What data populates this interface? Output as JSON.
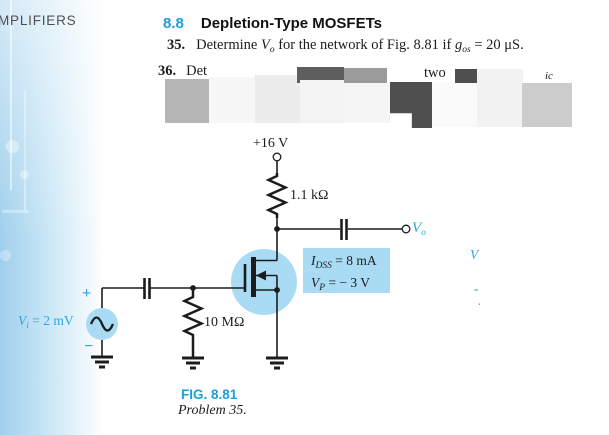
{
  "colors": {
    "accent_blue": "#1b9fda",
    "label_blue": "#2ba7de",
    "fill_blue": "#a9dbf4",
    "ink": "#1c1c1c",
    "running_head_gray": "#4f4f4f"
  },
  "header": {
    "running_head": "MPLIFIERS",
    "section_number": "8.8",
    "section_title": "Depletion-Type MOSFETs"
  },
  "problem35": {
    "number": "35.",
    "t1": "Determine ",
    "sym1": "V",
    "sub1": "o",
    "t2": " for the network of Fig. 8.81 if ",
    "sym2": "g",
    "sub2": "os",
    "t3": " = 20 μS."
  },
  "problem36_fragments": {
    "number": "36.",
    "word1": "Det",
    "word2": "two",
    "word3": "ic"
  },
  "circuit": {
    "supply_label": "+16 V",
    "drain_resistor_label": "1.1 kΩ",
    "gate_resistor_label": "10 MΩ",
    "output": {
      "sym": "V",
      "sub": "o"
    },
    "input": {
      "sym": "V",
      "sub": "i",
      "value": " = 2 mV"
    },
    "polarity_plus": "+",
    "polarity_minus": "−",
    "params": {
      "line1": {
        "sym": "I",
        "sub": "DSS",
        "value": " = 8 mA"
      },
      "line2": {
        "sym": "V",
        "sub": "P",
        "value": " = − 3 V"
      }
    }
  },
  "caption": {
    "figure": "FIG. 8.81",
    "problem": "Problem 35."
  },
  "margin_fragments": {
    "v": "V",
    "dash": "-",
    "dot": "."
  }
}
